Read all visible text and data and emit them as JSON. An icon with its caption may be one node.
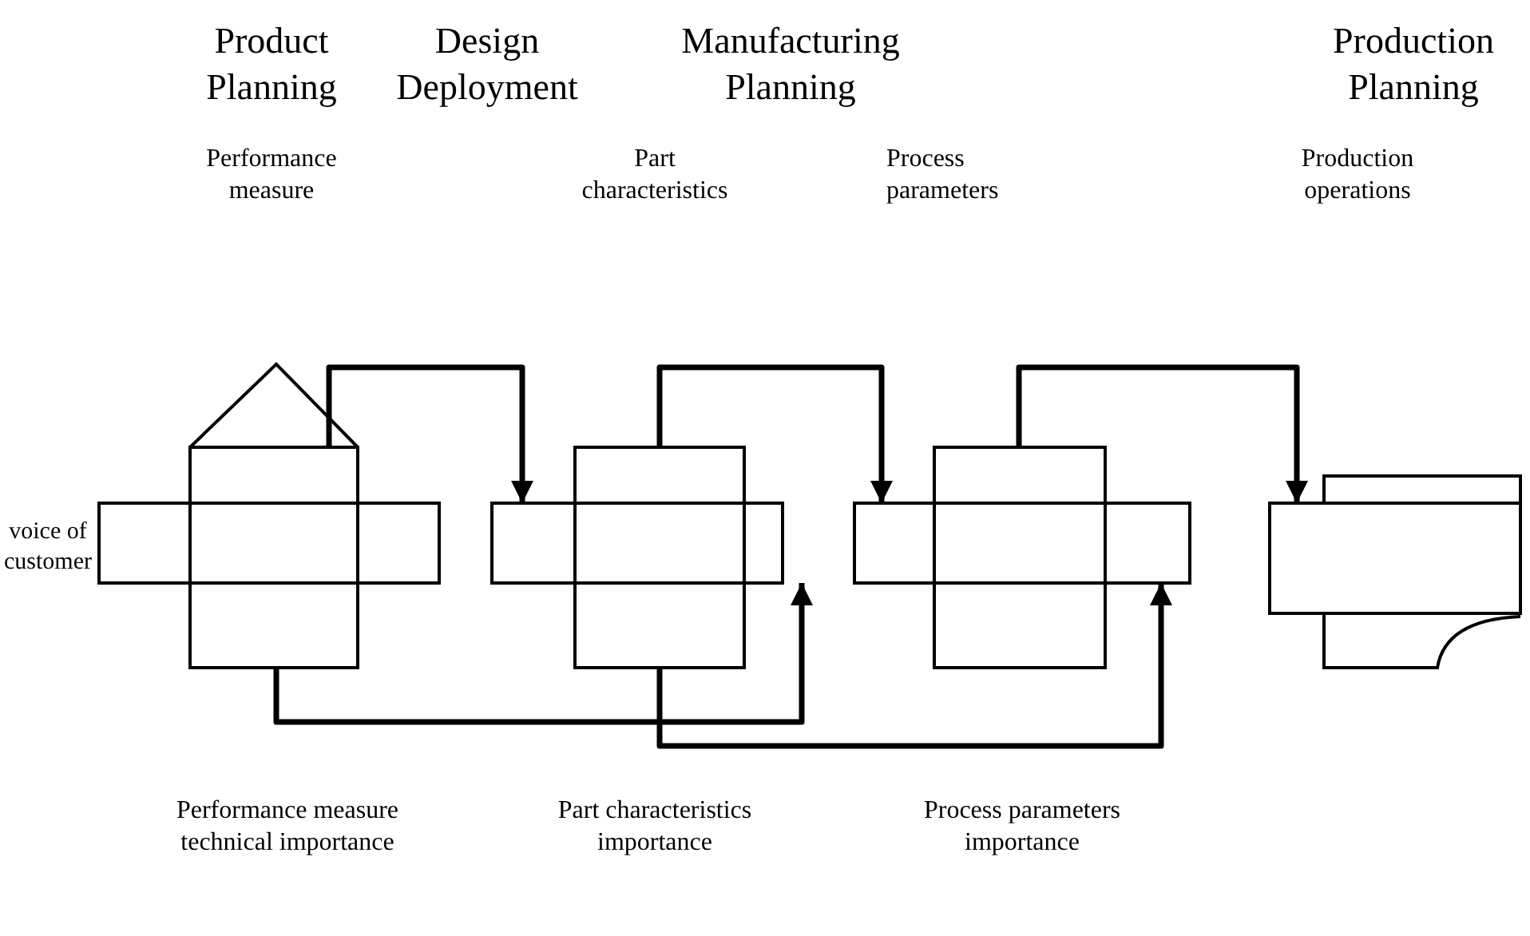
{
  "diagram": {
    "nodes": [
      {
        "text": [],
        "shape": "box"
      },
      {
        "text": [],
        "shape": "box"
      },
      {
        "text": [],
        "shape": "box"
      },
      {
        "text": [],
        "shape": "box"
      }
    ],
    "edges": [
      {
        "from": 0,
        "to": 1,
        "arrow": "to"
      },
      {
        "from": 1,
        "to": 2,
        "arrow": "to"
      },
      {
        "from": 2,
        "to": 3,
        "arrow": "to"
      },
      {
        "from": 0,
        "to": 1,
        "arrow": "to"
      },
      {
        "from": 1,
        "to": 2,
        "arrow": "to"
      }
    ],
    "labels": [
      "Product Planning",
      "Design Deployment",
      "Manufacturing Planning",
      "Production Planning",
      "Performance measure",
      "Part characteristics",
      "Process parameters",
      "Production operations",
      "voice of customer",
      "Performance measure technical importance",
      "Part characteristics importance",
      "Process parameters importance"
    ]
  }
}
